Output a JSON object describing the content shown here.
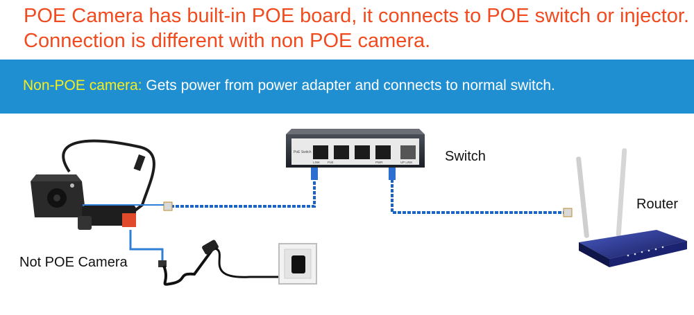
{
  "header": {
    "headline": "POE Camera has built-in POE board, it connects to POE switch or injector. Connection is different with non POE camera."
  },
  "banner": {
    "highlight": "Non-POE camera:",
    "text": " Gets power from power adapter and connects to normal switch.",
    "background": "#1f8fd1",
    "highlight_color": "#f6ee1c"
  },
  "diagram": {
    "switch_label": "Switch",
    "router_label": "Router",
    "camera_label": "Not POE Camera",
    "switch_panel": {
      "brand": "PoE Switch",
      "left_leds": [
        "LINK",
        "PoE"
      ],
      "right_leds": [
        "PWR"
      ],
      "uplink": "UP LINK"
    },
    "cable_color": "#1a63c9",
    "wire_color": "#2f7fd6"
  }
}
